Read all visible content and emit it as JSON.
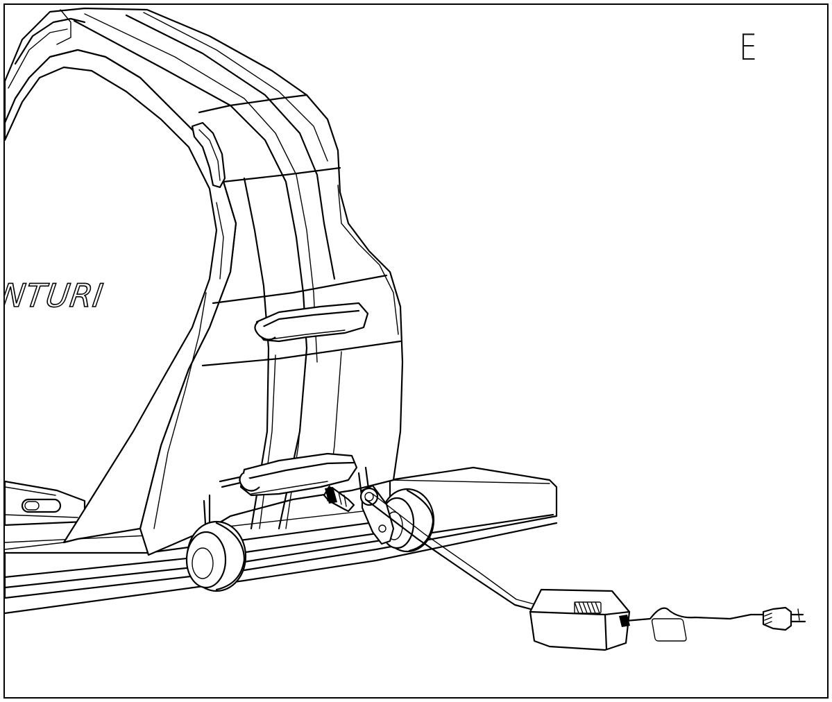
{
  "diagram": {
    "step_label": "E",
    "brand_logo": "TUNTURI"
  },
  "parts": [
    {
      "name": "bike-frame"
    },
    {
      "name": "upper-handle"
    },
    {
      "name": "lower-handle"
    },
    {
      "name": "front-wheel"
    },
    {
      "name": "rear-wheel"
    },
    {
      "name": "stabilizer-base"
    },
    {
      "name": "power-socket-connector"
    },
    {
      "name": "power-cable"
    },
    {
      "name": "power-adapter"
    },
    {
      "name": "mains-plug"
    }
  ]
}
